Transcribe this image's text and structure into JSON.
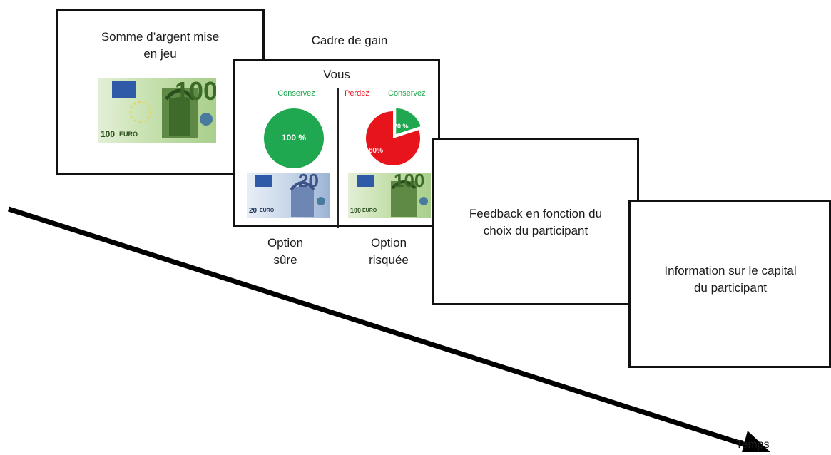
{
  "stake": {
    "text_line1": "Somme d’argent mise",
    "text_line2": "en jeu",
    "note": "100",
    "note_euro": "100",
    "note_euro_word": "EURO"
  },
  "frame": {
    "label": "Cadre de gain",
    "header": "Vous",
    "safe": {
      "keep_label": "Conservez",
      "percent_label": "100 %",
      "note": "20",
      "note_small": "20",
      "note_euro_word": "EURO"
    },
    "risky": {
      "lose_label": "Perdez",
      "keep_label": "Conservez",
      "keep_pct_label": "20 %",
      "lose_pct_label": "80%",
      "note": "100",
      "note_small": "100",
      "note_euro_word": "EURO",
      "keep_fraction": 0.2
    },
    "safe_option": {
      "line1": "Option",
      "line2": "sûre"
    },
    "risky_option": {
      "line1": "Option",
      "line2": "risquée"
    }
  },
  "feedback": {
    "line1": "Feedback en fonction du",
    "line2": "choix du participant"
  },
  "capital": {
    "line1": "Information sur le capital",
    "line2": "du participant"
  },
  "time_axis": {
    "label": "Temps"
  },
  "colors": {
    "green": "#1fa84f",
    "red": "#e8141c",
    "note_green": "#b7d69a",
    "note_blue": "#aec3db"
  }
}
